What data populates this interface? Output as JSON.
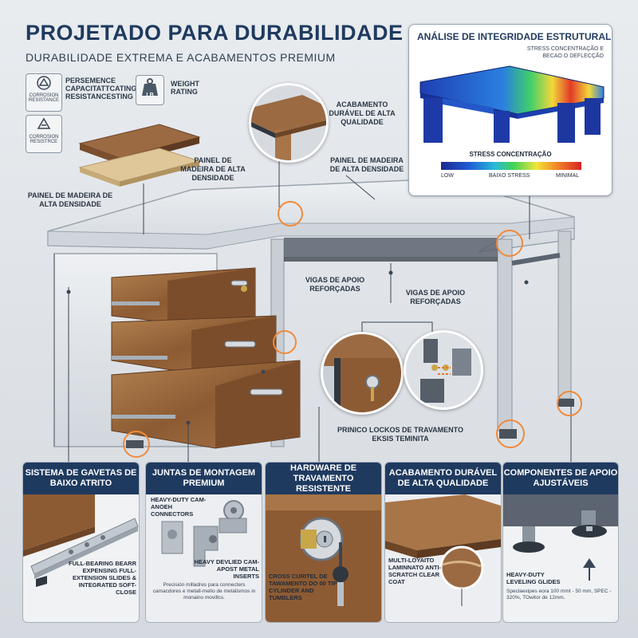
{
  "header": {
    "title": "PROJETADO PARA DURABILIDADE",
    "subtitle": "DURABILIDADE EXTREMA E ACABAMENTOS PREMIUM"
  },
  "badges": [
    {
      "icon": "corrosion-resistance-icon",
      "caption": "CORROSION RESISTANCE",
      "text": "PERSEMENCE CAPACITATTCATING RESISTANCESTING"
    },
    {
      "icon": "weight-rating-icon",
      "caption": "LB",
      "text": "WEIGHT RATING"
    },
    {
      "icon": "corrosion-resistance-icon-2",
      "caption": "CORROSION RESISTRCE",
      "text": ""
    }
  ],
  "callouts": {
    "board_right": "PAINEL DE MADEIRA DE ALTA DENSIDADE",
    "board_left": "PAINEL DE MADEIRA DE ALTA DENSIDADE",
    "top_mid": "PAINEL DE MADEIRA DE ALTA DENSIDADE",
    "finish_top": "ACABAMENTO DURÁVEL DE ALTA QUALIDADE",
    "beams_1": "VIGAS DE APOIO REFORÇADAS",
    "beams_2": "VIGAS DE APOIO REFORÇADAS",
    "locks": "PRINICO LOCKOS DE TRAVAMENTO EKSIS TEMINITA"
  },
  "fea": {
    "title": "ANÁLISE DE INTEGRIDADE ESTRUTURAL",
    "subtitle": "STRESS CONCENTRAÇÃO E BECAO O DEFLECÇÃO",
    "scale_title": "STRESS CONCENTRAÇÃO",
    "tick_low": "LOW",
    "tick_mid": "BAIXO STRESS",
    "tick_high": "MINIMAL",
    "colors": [
      "#1c2a8c",
      "#1f5bd6",
      "#29b9d9",
      "#42d455",
      "#f2e43a",
      "#f28a28",
      "#d92323"
    ]
  },
  "panels": [
    {
      "title": "SISTEMA DE GAVETAS DE BAIXO ATRITO",
      "captions": [
        "FULL-BEARING BEARR EXPENSING FULL-EXTENSION SLIDES & INTEGRATED SOFT-CLOSE"
      ]
    },
    {
      "title": "JUNTAS DE MONTAGEM PREMIUM",
      "captions": [
        "HEAVY-DUTY CAM-ANOEH CONNECTORS",
        "HEAVY DEVLIED CAM-APOST METAL INSERTS",
        "Precisión milladres para connecters camacdores e metall-metio de metalismos in monaino movillcs."
      ]
    },
    {
      "title": "HARDWARE DE TRAVAMENTO RESISTENTE",
      "captions": [
        "CROSS CURITEL DE TAWAMENTO DO 00 TIP CYLINDER AND TUMBLERS"
      ]
    },
    {
      "title": "ACABAMENTO DURÁVEL DE ALTA QUALIDADE",
      "captions": [
        "MULTI-LOYAITO LAMINNATO ANTI-SCRATCH CLEAR COAT"
      ]
    },
    {
      "title": "COMPONENTES DE APOIO AJUSTÁVEIS",
      "captions": [
        "HEAVY-DUTY LEVELING GLIDES",
        "Speclaexipes eora 100 mmt - 50 mm, SPEC - 320%, TOwitor de 12mm."
      ]
    }
  ],
  "accent": "#1f3a5f",
  "highlight": "#f08a3a"
}
